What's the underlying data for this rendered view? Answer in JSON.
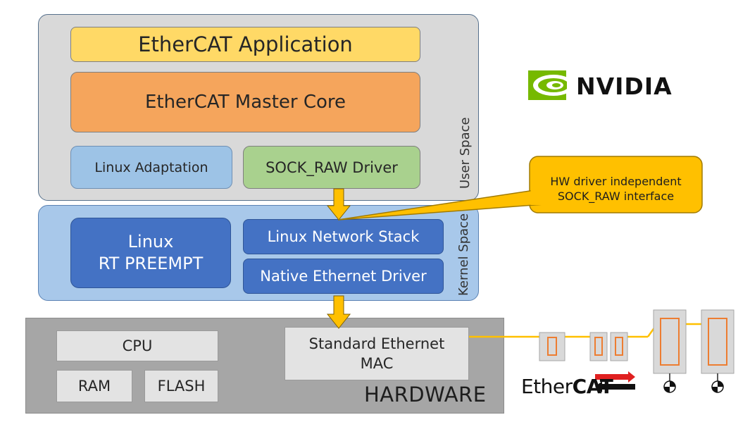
{
  "logo": {
    "brand": "NVIDIA",
    "color": "#76b900"
  },
  "user_space": {
    "label": "User Space",
    "blocks": {
      "application": "EtherCAT Application",
      "master_core": "EtherCAT Master Core",
      "linux_adaptation": "Linux Adaptation",
      "sock_raw_driver": "SOCK_RAW Driver"
    }
  },
  "kernel_space": {
    "label": "Kernel Space",
    "blocks": {
      "rt_preempt_line1": "Linux",
      "rt_preempt_line2": "RT PREEMPT",
      "network_stack": "Linux Network Stack",
      "native_ethernet_driver": "Native Ethernet Driver"
    }
  },
  "hardware": {
    "label": "HARDWARE",
    "blocks": {
      "cpu": "CPU",
      "ram": "RAM",
      "flash": "FLASH",
      "mac_line1": "Standard Ethernet",
      "mac_line2": "MAC"
    }
  },
  "callout": {
    "line1": "HW driver independent",
    "line2": "SOCK_RAW interface"
  },
  "ethercat_logo": {
    "prefix": "Ether",
    "suffix": "CAT"
  },
  "colors": {
    "arrow": "#ffc000",
    "callout_fill": "#ffc000",
    "device_border": "#ed7d31",
    "cable": "#ffc000"
  }
}
